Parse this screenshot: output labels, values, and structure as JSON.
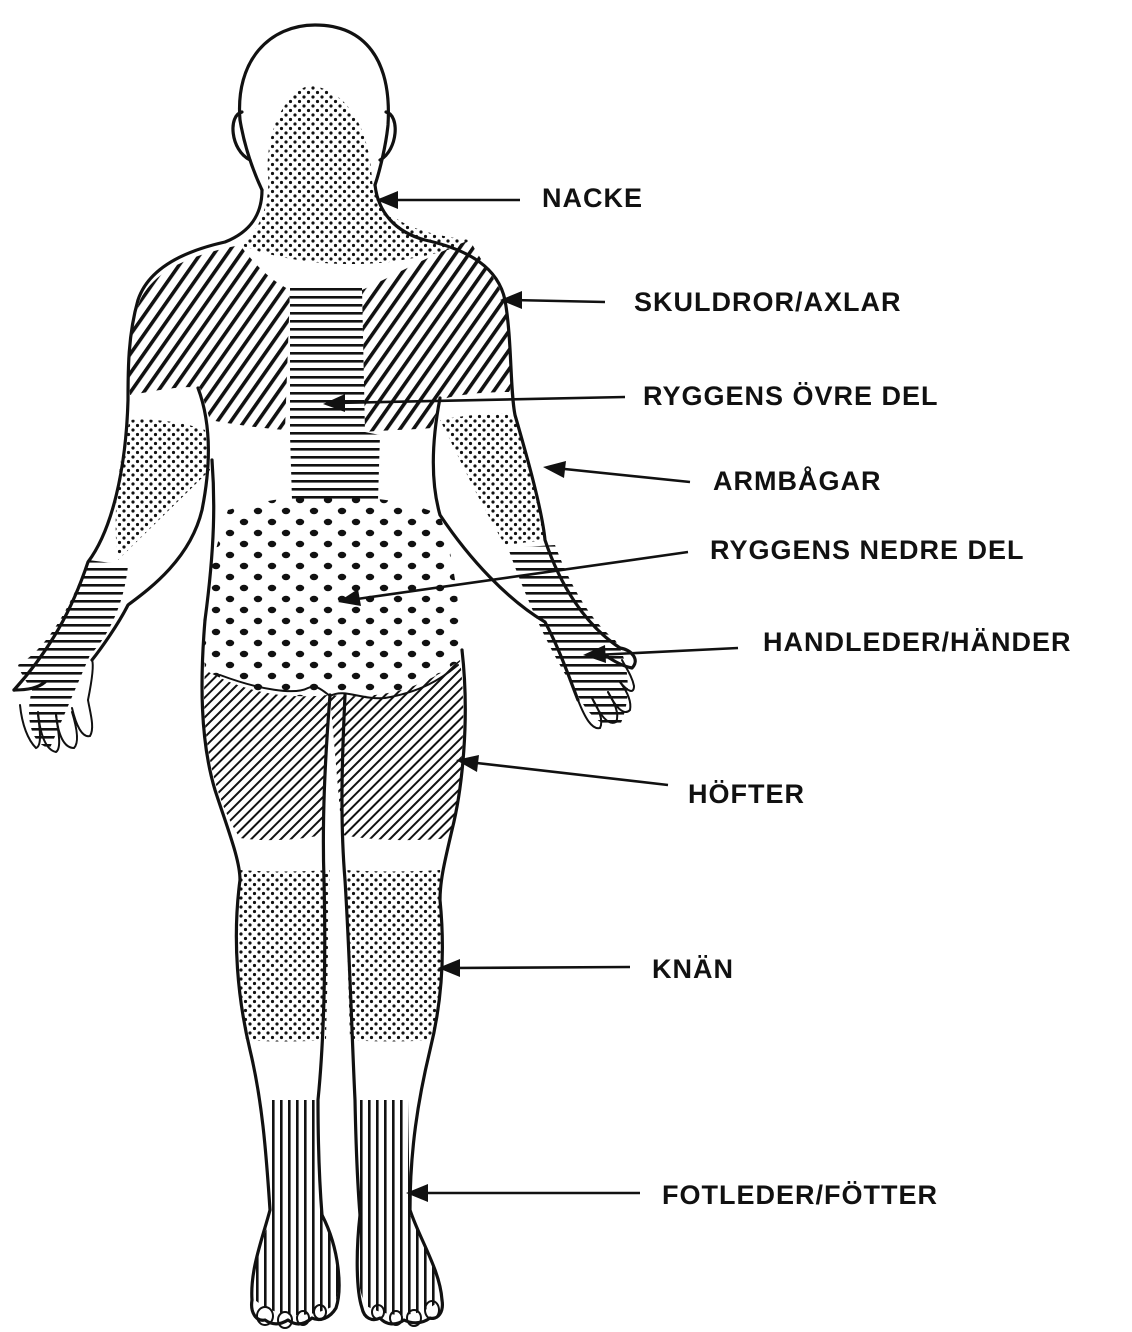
{
  "diagram": {
    "figure": "body-back-view",
    "labels": [
      {
        "id": "nacke",
        "text": "NACKE",
        "region": "neck",
        "pattern": "fine-dots"
      },
      {
        "id": "skuldror",
        "text": "SKULDROR/AXLAR",
        "region": "shoulders",
        "pattern": "diagonal-lines"
      },
      {
        "id": "ovre",
        "text": "RYGGENS ÖVRE DEL",
        "region": "upper-back",
        "pattern": "horizontal-lines"
      },
      {
        "id": "armbagar",
        "text": "ARMBÅGAR",
        "region": "elbows",
        "pattern": "fine-dots"
      },
      {
        "id": "nedre",
        "text": "RYGGENS NEDRE DEL",
        "region": "lower-back",
        "pattern": "large-dots"
      },
      {
        "id": "handleder",
        "text": "HANDLEDER/HÄNDER",
        "region": "wrists-hands",
        "pattern": "horizontal-lines"
      },
      {
        "id": "hofter",
        "text": "HÖFTER",
        "region": "hips",
        "pattern": "fine-diagonal-lines"
      },
      {
        "id": "knan",
        "text": "KNÄN",
        "region": "knees",
        "pattern": "fine-dots"
      },
      {
        "id": "fotleder",
        "text": "FOTLEDER/FÖTTER",
        "region": "ankles-feet",
        "pattern": "vertical-lines"
      }
    ],
    "colors": {
      "ink": "#111111",
      "paper": "#ffffff"
    }
  }
}
